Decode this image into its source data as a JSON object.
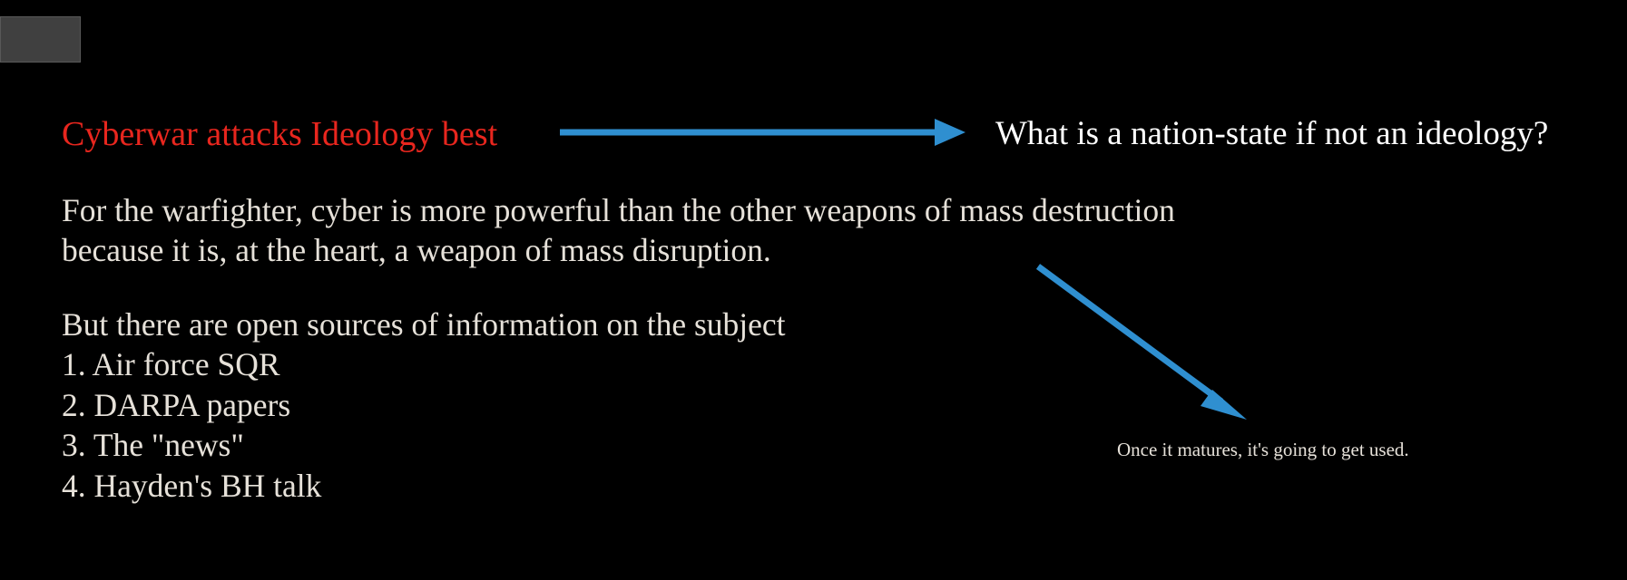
{
  "headline": "Cyberwar attacks Ideology best",
  "question": "What is a nation-state if not an ideology?",
  "paragraph1": {
    "line1": "For the warfighter, cyber is more powerful than the other weapons of mass destruction",
    "line2": "because it is, at the heart, a weapon of mass disruption."
  },
  "paragraph2": "But there are open sources of information on the subject",
  "sources": [
    "1. Air force SQR",
    "2. DARPA papers",
    "3. The \"news\"",
    "4. Hayden's BH talk"
  ],
  "note": "Once it matures, it's going to get used.",
  "colors": {
    "background": "#000000",
    "headline": "#e8261e",
    "text": "#e6e1d9",
    "arrow": "#2f8fd0"
  },
  "icons": {
    "arrow_right": "arrow-right-icon",
    "arrow_down_right": "arrow-down-right-icon"
  }
}
